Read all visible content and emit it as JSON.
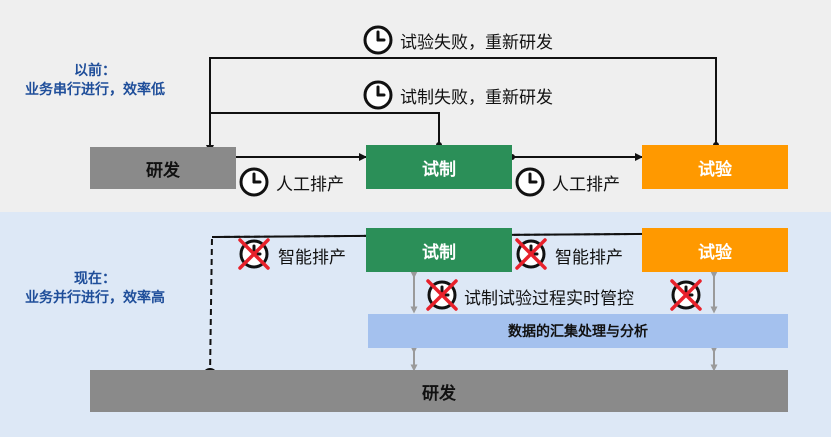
{
  "before": {
    "side_title_line1": "以前：",
    "side_title_line2": "业务串行进行，效率低",
    "rnd": "研发",
    "trial_production": "试制",
    "test": "试验",
    "test_fail_loop": "试验失败，重新研发",
    "trial_fail_loop": "试制失败，重新研发",
    "manual_schedule_1": "人工排产",
    "manual_schedule_2": "人工排产"
  },
  "now": {
    "side_title_line1": "现在：",
    "side_title_line2": "业务并行进行，效率高",
    "rnd": "研发",
    "trial_production": "试制",
    "test": "试验",
    "smart_schedule_1": "智能排产",
    "smart_schedule_2": "智能排产",
    "process_control": "试制试验过程实时管控",
    "data_analysis": "数据的汇集处理与分析"
  },
  "colors": {
    "gray_box": "#8a8a8a",
    "green_box": "#2b8f58",
    "orange_box": "#ff9900",
    "blue_box": "#a4c1ee",
    "title_blue": "#1f4e9a",
    "cross_red": "#e8212b"
  },
  "icons": [
    "clock-icon",
    "crossed-clock-icon"
  ]
}
